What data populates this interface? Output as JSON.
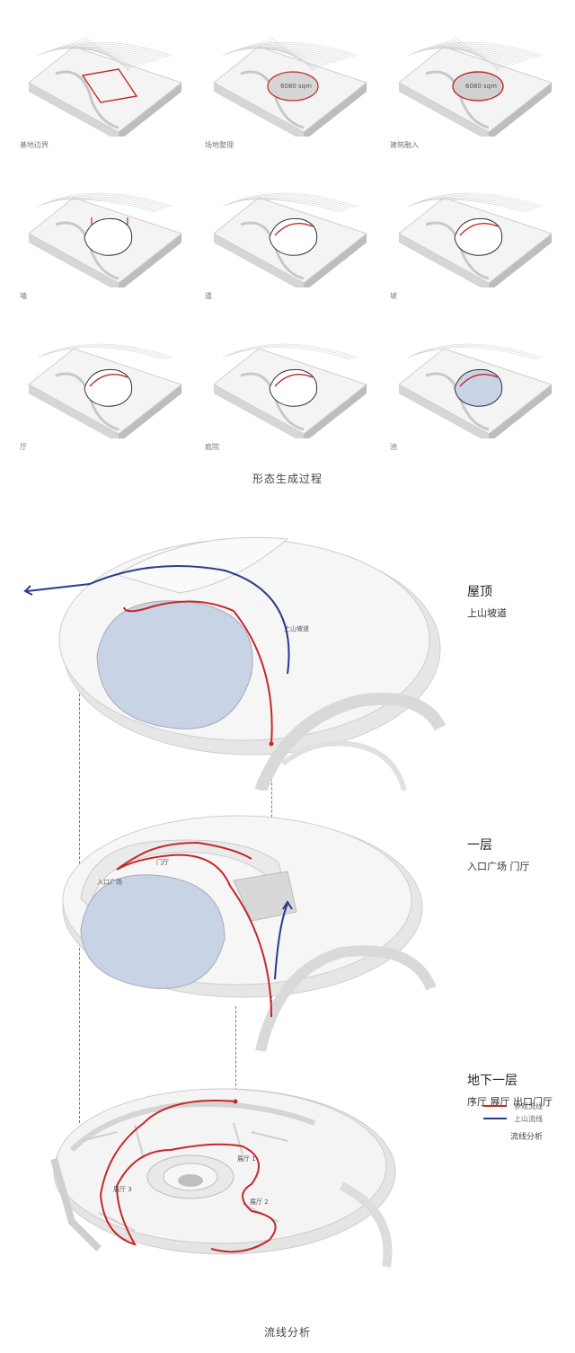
{
  "colors": {
    "visit_flow": "#c62828",
    "mountain_flow": "#2b3a8f",
    "pool": "#c9d3e6",
    "model": "#f2f2f2",
    "shade": "#cfcfcf"
  },
  "steps": [
    {
      "label": "基地边界"
    },
    {
      "label": "场地整理"
    },
    {
      "label": "建筑融入"
    },
    {
      "label": "墙"
    },
    {
      "label": "道"
    },
    {
      "label": "坡"
    },
    {
      "label": "厅"
    },
    {
      "label": "庭院"
    },
    {
      "label": "池"
    }
  ],
  "area_tag": "6080 sqm",
  "process_caption": "形态生成过程",
  "levels": [
    {
      "title": "屋顶",
      "subtitle": "上山坡道",
      "tags": [
        "上山坡道"
      ]
    },
    {
      "title": "一层",
      "subtitle": "入口广场  门厅",
      "tags": [
        "入口广场",
        "门厅"
      ]
    },
    {
      "title": "地下一层",
      "subtitle": "序厅 展厅 出口门厅",
      "tags": [
        "展厅 1",
        "展厅 2",
        "展厅 3"
      ]
    }
  ],
  "legend": {
    "items": [
      {
        "label": "参观流线",
        "color": "#c62828"
      },
      {
        "label": "上山流线",
        "color": "#2b3a8f"
      }
    ],
    "title": "流线分析"
  },
  "flow_caption": "流线分析"
}
